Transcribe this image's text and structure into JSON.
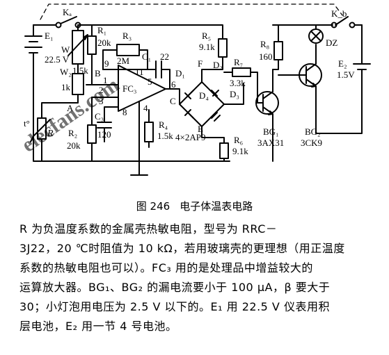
{
  "watermark": "elecfans.com",
  "labels": {
    "Ka": "Kₐ",
    "E1": "E₁",
    "E1_v": "22.5 V",
    "W": "W",
    "W_v": "1.5k",
    "W2": "W₂",
    "W2_v": "1k",
    "A": "A",
    "B": "B",
    "R1": "R₁",
    "R1_v": "20k",
    "R3": "R₃",
    "R3_v": "2M",
    "C1": "C₁",
    "C1_v": "22",
    "pin9": "9",
    "pin11": "11",
    "pin5": "5",
    "pin1": "1",
    "pin2": "2",
    "pin3": "3",
    "pin6": "6",
    "pin4": "4",
    "pin8": "8",
    "FC3": "FC₃",
    "t": "t°",
    "R": "R",
    "R2": "R₂",
    "R2_v": "20k",
    "C3": "C₃",
    "C3_v": "120",
    "R4": "R₄",
    "R4_v": "1.5k",
    "C": "C",
    "D1": "D₁",
    "D2": "D₂",
    "D3": "D₃",
    "D4": "D₄",
    "F": "F",
    "E": "E",
    "diodes": "4×2AP9",
    "R5": "R₅",
    "R5_v": "9.1k",
    "R6": "R₆",
    "R6_v": "9.1k",
    "R7": "R₇",
    "R7_v": "3.3k",
    "R8": "R₈",
    "R8_v": "160",
    "Kb": "K_b",
    "DZ": "DZ",
    "E2": "E₂",
    "E2_v": "1.5V",
    "BG1": "BG₁",
    "BG1_type": "3AX31",
    "BG2": "BG₂",
    "BG2_type": "3CK9"
  },
  "caption": {
    "number": "图 246",
    "title": "电子体温表电路"
  },
  "description": [
    "R 为负温度系数的金属壳热敏电阻，型号为 RRC－",
    "3J22，20 ℃时阻值为 10 kΩ，若用玻璃壳的更理想（用正温度",
    "系数的热敏电阻也可以）。FC₃ 用的是处理品中增益较大的",
    "运算放大器。BG₁、BG₂ 的漏电流要小于 100 μA，β 要大于",
    "30；小灯泡用电压为 2.5 V 以下的。E₁ 用 22.5 V 仪表用积",
    "层电池，E₂ 用一节 4 号电池。"
  ]
}
